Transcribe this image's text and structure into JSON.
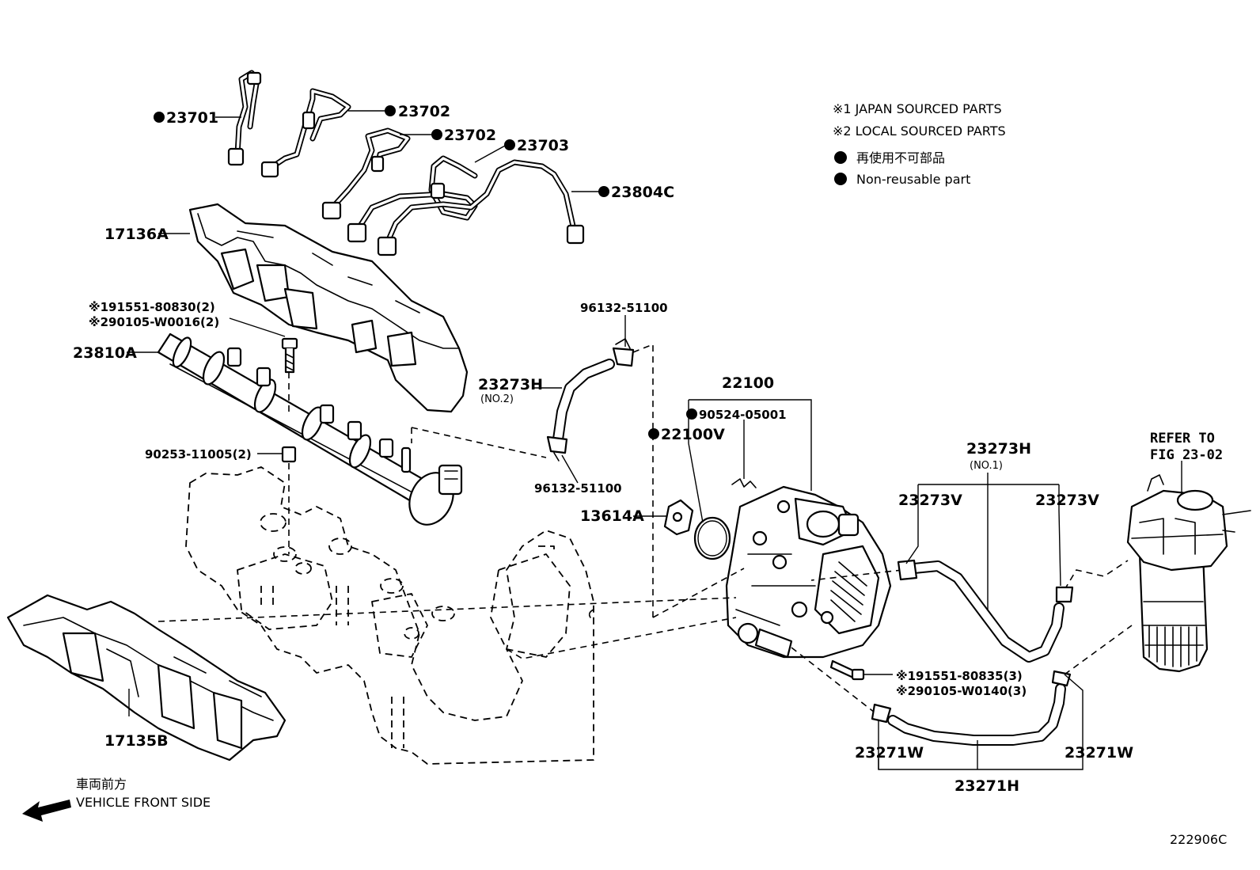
{
  "legend": {
    "japan_sourced": "※1 JAPAN SOURCED PARTS",
    "local_sourced": "※2 LOCAL SOURCED PARTS",
    "non_reusable_jp": "再使用不可部品",
    "non_reusable_en": "Non-reusable part"
  },
  "callouts": {
    "p23701": "23701",
    "p23702_a": "23702",
    "p23702_b": "23702",
    "p23703": "23703",
    "p23804c": "23804C",
    "p17136a": "17136A",
    "p191551_80830": "※191551-80830(2)",
    "p290105_w0016": "※290105-W0016(2)",
    "p23810a": "23810A",
    "p90253": "90253-11005(2)",
    "p96132_top": "96132-51100",
    "p23273h_no2": "23273H",
    "p23273h_no2_sub": "(NO.2)",
    "p96132_bottom": "96132-51100",
    "p22100": "22100",
    "p90524": "90524-05001",
    "p22100v": "22100V",
    "p13614a": "13614A",
    "p23273h_no1": "23273H",
    "p23273h_no1_sub": "(NO.1)",
    "p23273v_left": "23273V",
    "p23273v_right": "23273V",
    "refer_line1": "REFER TO",
    "refer_line2": "FIG 23-02",
    "p191551_80835": "※191551-80835(3)",
    "p290105_w0140": "※290105-W0140(3)",
    "p23271w_left": "23271W",
    "p23271w_right": "23271W",
    "p23271h": "23271H",
    "p17135b": "17135B"
  },
  "direction": {
    "jp": "車両前方",
    "en": "VEHICLE FRONT SIDE"
  },
  "figure_code": "222906C"
}
